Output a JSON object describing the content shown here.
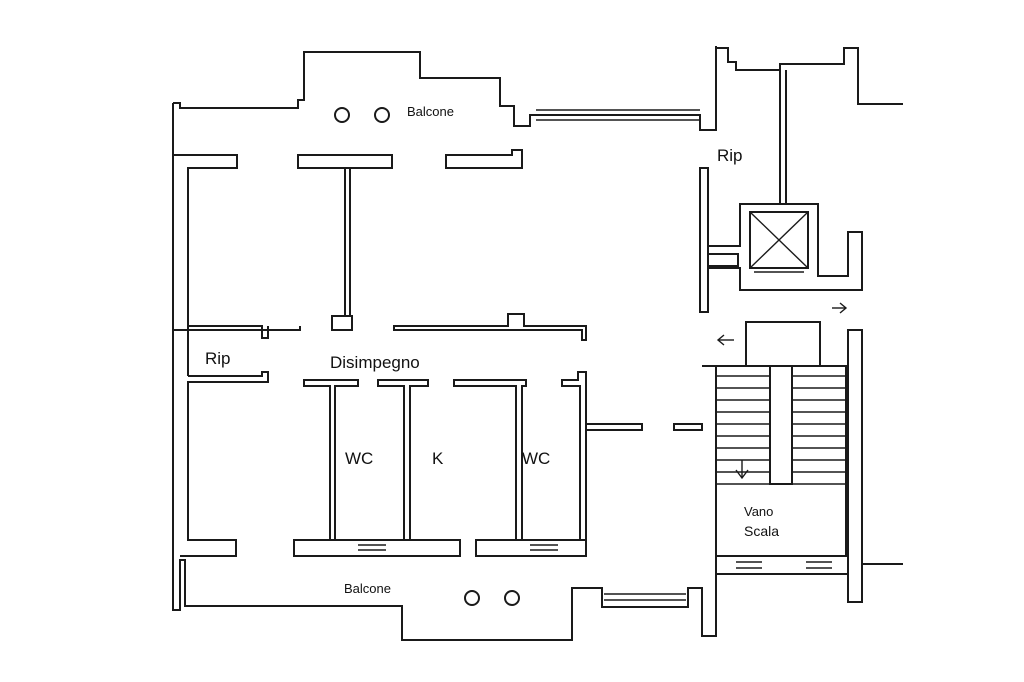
{
  "labels": {
    "balcone_top": "Balcone",
    "rip_right": "Rip",
    "rip_left": "Rip",
    "disimpegno": "Disimpegno",
    "wc_left": "WC",
    "k": "K",
    "wc_right": "WC",
    "vano": "Vano",
    "scala": "Scala",
    "balcone_bottom": "Balcone"
  },
  "colors": {
    "line": "#1a1a1a",
    "background": "#ffffff"
  }
}
